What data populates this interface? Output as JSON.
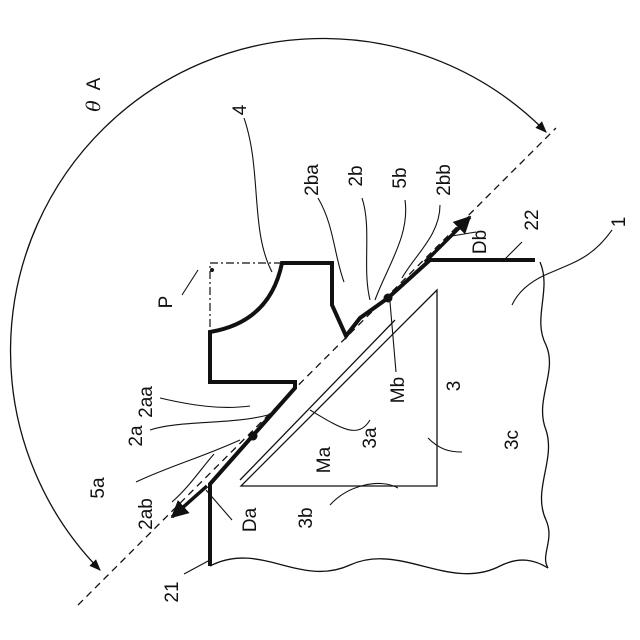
{
  "figure": {
    "angle_symbol": "θ",
    "angle_letter": "A",
    "labels": {
      "n4": "4",
      "n2ba": "2ba",
      "n2b": "2b",
      "n5b": "5b",
      "n2bb": "2bb",
      "n22": "22",
      "n1": "1",
      "nDb": "Db",
      "nP": "P",
      "nMb": "Mb",
      "n3": "3",
      "n2aa": "2aa",
      "n2a": "2a",
      "n3a": "3a",
      "n3c": "3c",
      "nMa": "Ma",
      "n5a": "5a",
      "n2ab": "2ab",
      "nDa": "Da",
      "n3b": "3b",
      "n21": "21"
    }
  }
}
